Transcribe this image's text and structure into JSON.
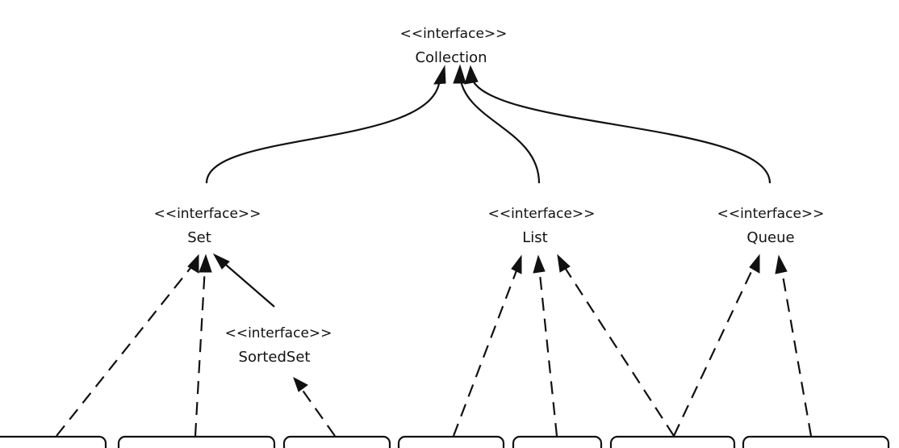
{
  "nodes": {
    "collection": {
      "stereotype": "<<interface>>",
      "name": "Collection"
    },
    "set": {
      "stereotype": "<<interface>>",
      "name": "Set"
    },
    "list": {
      "stereotype": "<<interface>>",
      "name": "List"
    },
    "queue": {
      "stereotype": "<<interface>>",
      "name": "Queue"
    },
    "sortedset": {
      "stereotype": "<<interface>>",
      "name": "SortedSet"
    }
  },
  "implementations": [
    {
      "label": ""
    },
    {
      "label": ""
    },
    {
      "label": ""
    },
    {
      "label": ""
    },
    {
      "label": ""
    },
    {
      "label": ""
    },
    {
      "label": ""
    }
  ]
}
